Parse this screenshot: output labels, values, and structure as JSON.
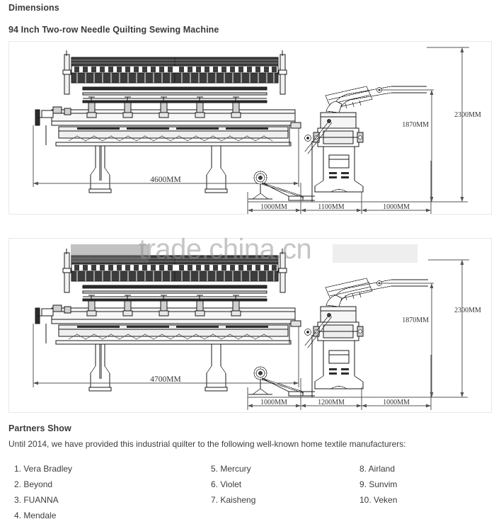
{
  "page": {
    "section_title": "Dimensions",
    "product_title": "94 Inch Two-row Needle Quilting Sewing Machine",
    "watermark": "trade.china.cn"
  },
  "diagrams": [
    {
      "name": "diagram-4600",
      "front_view_label": "4600MM",
      "side_view_labels": [
        "1000MM",
        "1100MM",
        "1000MM"
      ],
      "height_labels": [
        "1870MM",
        "2300MM"
      ]
    },
    {
      "name": "diagram-4700",
      "front_view_label": "4700MM",
      "side_view_labels": [
        "1000MM",
        "1200MM",
        "1000MM"
      ],
      "height_labels": [
        "1870MM",
        "2300MM"
      ]
    }
  ],
  "partners": {
    "heading": "Partners Show",
    "intro": "Until 2014, we have provided this industrial quilter to the following well-known home textile manufacturers:",
    "column_1": [
      "1. Vera Bradley",
      "2. Beyond",
      "3. FUANNA",
      "4. Mendale"
    ],
    "column_2": [
      "5. Mercury",
      "6. Violet",
      "7. Kaisheng"
    ],
    "column_3": [
      "8. Airland",
      "9. Sunvim",
      "10. Veken"
    ]
  },
  "colors": {
    "text": "#3d3d3d",
    "heading": "#3a3a3a",
    "panel_border": "#e9e9e9",
    "drawing_line": "#1a1a1a",
    "drawing_fill_dark": "#3c3c3c",
    "watermark": "#969696"
  }
}
